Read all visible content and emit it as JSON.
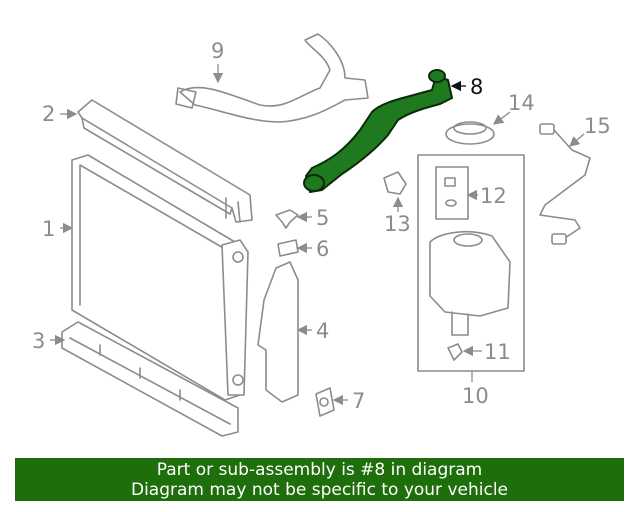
{
  "callouts": {
    "c1": "1",
    "c2": "2",
    "c3": "3",
    "c4": "4",
    "c5": "5",
    "c6": "6",
    "c7": "7",
    "c8": "8",
    "c9": "9",
    "c10": "10",
    "c11": "11",
    "c12": "12",
    "c13": "13",
    "c14": "14",
    "c15": "15"
  },
  "highlighted_part": "8",
  "colors": {
    "highlight": "#1f7a1f",
    "banner": "#1e6e0b",
    "line": "#8c8c8c"
  },
  "banner": {
    "line1": "Part or sub-assembly is #8 in diagram",
    "line2": "Diagram may not be specific to your vehicle"
  }
}
